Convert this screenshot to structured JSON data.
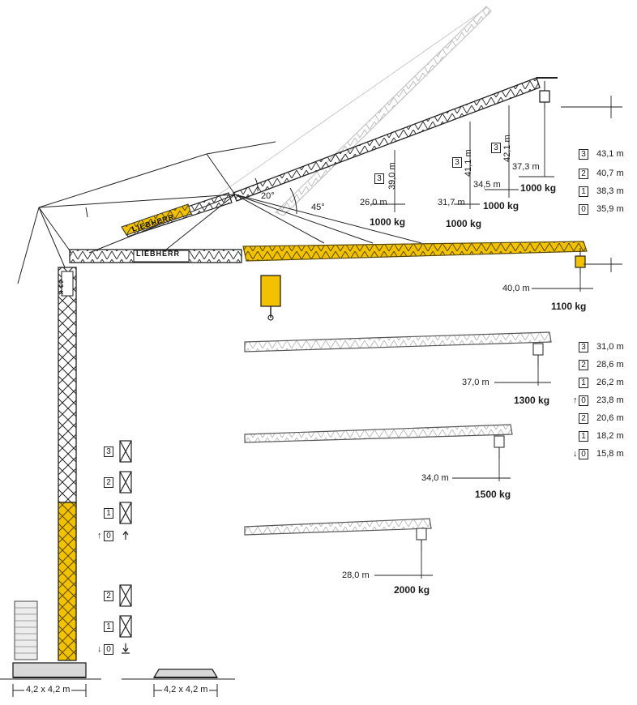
{
  "brand": "LIEBHERR",
  "model_badge": "63 K",
  "angles": {
    "a20": "20°",
    "a45": "45°"
  },
  "radii_upper": {
    "r39_0": "39,0 m",
    "r26_0": "26,0 m",
    "r41_1": "41,1 m",
    "r31_7": "31,7 m",
    "r42_1": "42,1 m",
    "r34_5": "34,5 m",
    "r37_3": "37,3 m"
  },
  "loads_upper": {
    "l1": "1000 kg",
    "l2": "1000 kg",
    "l3": "1000 kg",
    "l4": "1000 kg"
  },
  "height_steps_boxes": [
    "3",
    "2",
    "1",
    "0"
  ],
  "heights_upper": [
    "43,1 m",
    "40,7 m",
    "38,3 m",
    "35,9 m"
  ],
  "heights_lower": [
    "31,0 m",
    "28,6 m",
    "26,2 m",
    "23,8 m",
    "20,6 m",
    "18,2 m",
    "15,8 m"
  ],
  "heights_lower_boxes": [
    "3",
    "2",
    "1",
    "0",
    "2",
    "1",
    "0"
  ],
  "jibs": [
    {
      "radius": "40,0 m",
      "load": "1100 kg"
    },
    {
      "radius": "37,0 m",
      "load": "1300 kg"
    },
    {
      "radius": "34,0 m",
      "load": "1500 kg"
    },
    {
      "radius": "28,0 m",
      "load": "2000 kg"
    }
  ],
  "mast_sections_upper": [
    "3",
    "2",
    "1",
    "0"
  ],
  "mast_sections_lower": [
    "2",
    "1",
    "0"
  ],
  "base_dims": [
    "4,2 x 4,2 m",
    "4,2 x 4,2 m"
  ],
  "colors": {
    "yellow": "#f2c200",
    "steel": "#555555",
    "ghost": "#c8c8c8"
  }
}
